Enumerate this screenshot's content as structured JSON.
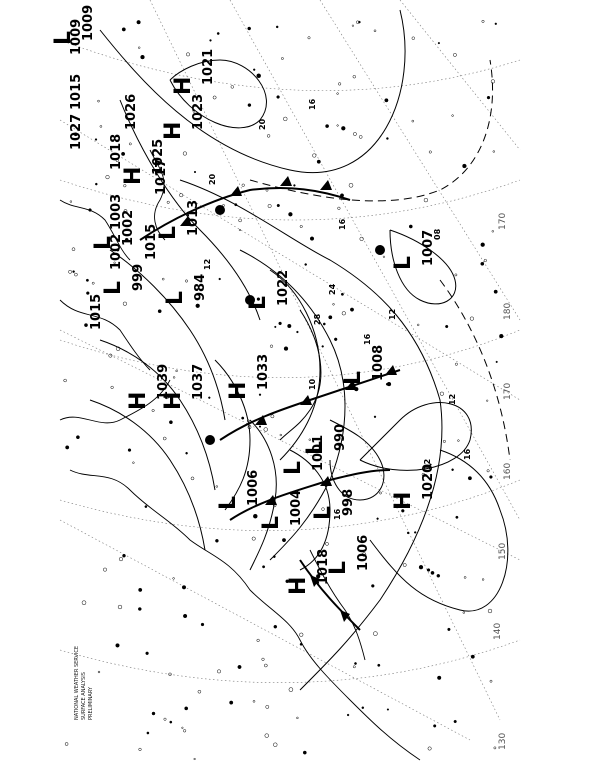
{
  "map": {
    "highs": [
      {
        "value": "1021"
      },
      {
        "value": "1023"
      },
      {
        "value": "1033"
      },
      {
        "value": "1020"
      },
      {
        "value": "1018"
      },
      {
        "value": "1025"
      },
      {
        "value": "1039"
      },
      {
        "value": "1037"
      }
    ],
    "lows": [
      {
        "value": "1007"
      },
      {
        "value": "1022"
      },
      {
        "value": "1008"
      },
      {
        "value": "990"
      },
      {
        "value": "1001"
      },
      {
        "value": "998"
      },
      {
        "value": "1006"
      },
      {
        "value": "1004"
      },
      {
        "value": "984"
      },
      {
        "value": "999"
      },
      {
        "value": "1009"
      },
      {
        "value": "1013"
      },
      {
        "value": "1002"
      },
      {
        "value": "1006"
      }
    ],
    "edge_labels": [
      "1009",
      "1015",
      "1027",
      "1015",
      "1002",
      "1003",
      "1026",
      "1018",
      "1017",
      "1015"
    ],
    "isobars": [
      "20",
      "16",
      "20",
      "16",
      "24",
      "28",
      "16",
      "12",
      "08",
      "12",
      "10",
      "12",
      "16",
      "16",
      "12"
    ],
    "longitudes": [
      "130",
      "140",
      "150",
      "160",
      "170",
      "180",
      "170"
    ],
    "caption": [
      "NATIONAL WEATHER SERVICE",
      "SURFACE ANALYSIS",
      "PRELIMINARY"
    ]
  }
}
